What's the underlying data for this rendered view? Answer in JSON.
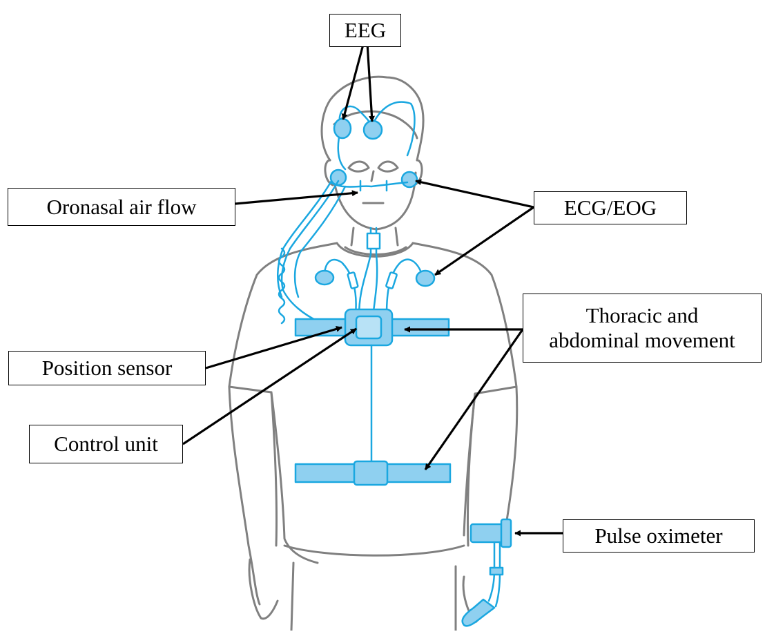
{
  "figure": {
    "labels": {
      "eeg": "EEG",
      "oronasal": "Oronasal air flow",
      "ecg_eog": "ECG/EOG",
      "thoracic": "Thoracic and\nabdominal movement",
      "position": "Position sensor",
      "control": "Control unit",
      "pulse": "Pulse oximeter"
    },
    "colors": {
      "outline": "#808080",
      "device": "#1aa7e0",
      "device_fill": "#8fd0f0",
      "arrow": "#000000"
    }
  }
}
